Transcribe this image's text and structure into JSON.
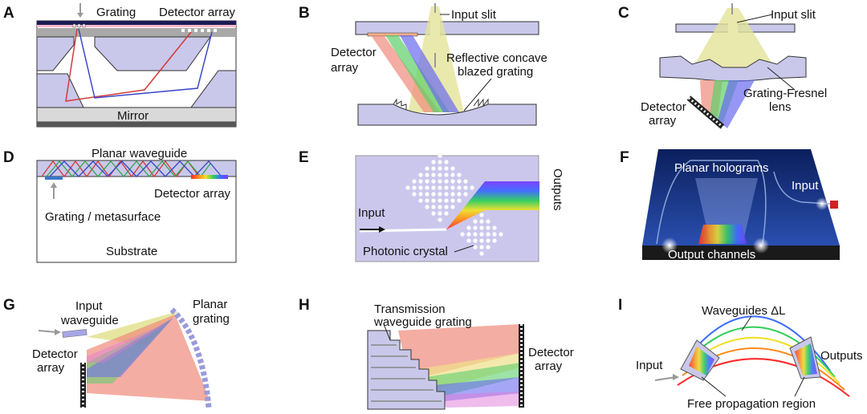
{
  "panels": {
    "a": {
      "letter": "A",
      "grating": "Grating",
      "detector": "Detector array",
      "mirror": "Mirror"
    },
    "b": {
      "letter": "B",
      "input_slit": "Input slit",
      "detector_l1": "Detector",
      "detector_l2": "array",
      "grating_l1": "Reflective concave",
      "grating_l2": "blazed grating"
    },
    "c": {
      "letter": "C",
      "input_slit": "Input slit",
      "detector_l1": "Detector",
      "detector_l2": "array",
      "lens_l1": "Grating-Fresnel",
      "lens_l2": "lens"
    },
    "d": {
      "letter": "D",
      "waveguide": "Planar waveguide",
      "detector": "Detector array",
      "grating": "Grating / metasurface",
      "substrate": "Substrate"
    },
    "e": {
      "letter": "E",
      "input": "Input",
      "crystal": "Photonic crystal",
      "outputs": "Outputs"
    },
    "f": {
      "letter": "F",
      "holograms": "Planar holograms",
      "input": "Input",
      "outputs": "Output channels"
    },
    "g": {
      "letter": "G",
      "input_l1": "Input",
      "input_l2": "waveguide",
      "grating_l1": "Planar",
      "grating_l2": "grating",
      "detector_l1": "Detector",
      "detector_l2": "array"
    },
    "h": {
      "letter": "H",
      "grating_l1": "Transmission",
      "grating_l2": "waveguide grating",
      "detector_l1": "Detector",
      "detector_l2": "array"
    },
    "i": {
      "letter": "I",
      "waveguides": "Waveguides ΔL",
      "input": "Input",
      "outputs": "Outputs",
      "fpr": "Free propagation region"
    }
  }
}
